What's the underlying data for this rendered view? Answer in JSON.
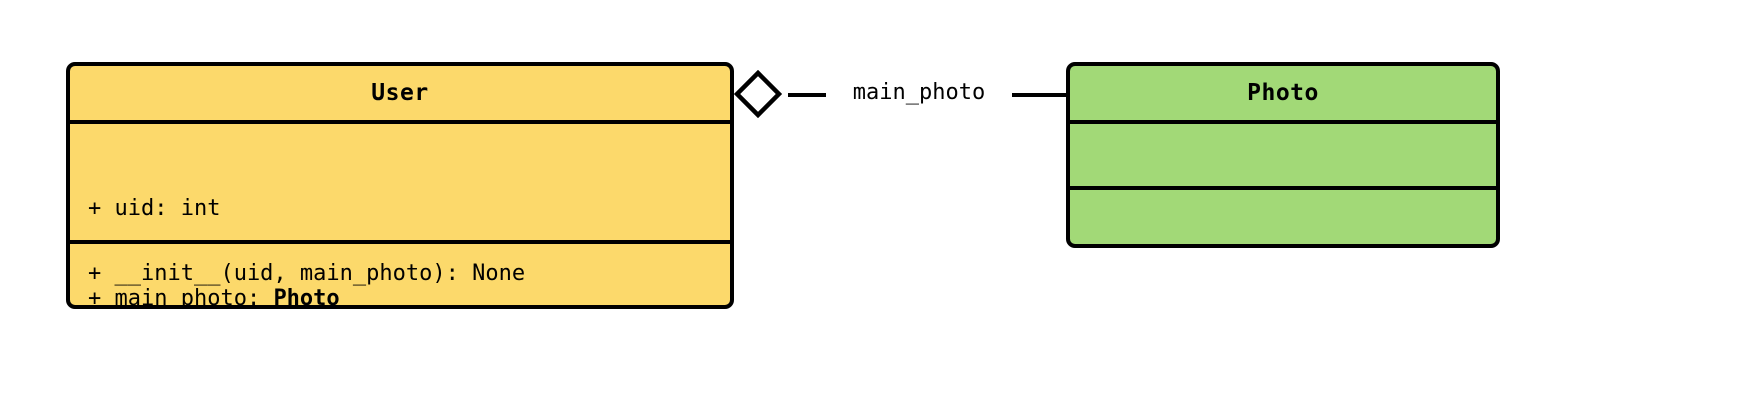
{
  "diagram": {
    "kind": "uml-class-diagram",
    "background_color": "#ffffff",
    "border_color": "#000000",
    "classes": [
      {
        "id": "user",
        "name": "User",
        "fill_color": "#FCD96B",
        "attributes": [
          {
            "visibility": "+",
            "text": "+ uid: int"
          },
          {
            "visibility": "+",
            "prefix": "+ main_photo: ",
            "type": "Photo",
            "text": "+ main_photo: Photo"
          }
        ],
        "methods": [
          {
            "visibility": "+",
            "text": "+ __init__(uid, main_photo): None"
          }
        ]
      },
      {
        "id": "photo",
        "name": "Photo",
        "fill_color": "#A2D977",
        "attributes": [],
        "methods": []
      }
    ],
    "relationships": [
      {
        "id": "user-has-main-photo",
        "type": "aggregation",
        "source": "User",
        "target": "Photo",
        "label": "main_photo",
        "marker": "hollow-diamond",
        "marker_fill": "#ffffff"
      }
    ]
  }
}
